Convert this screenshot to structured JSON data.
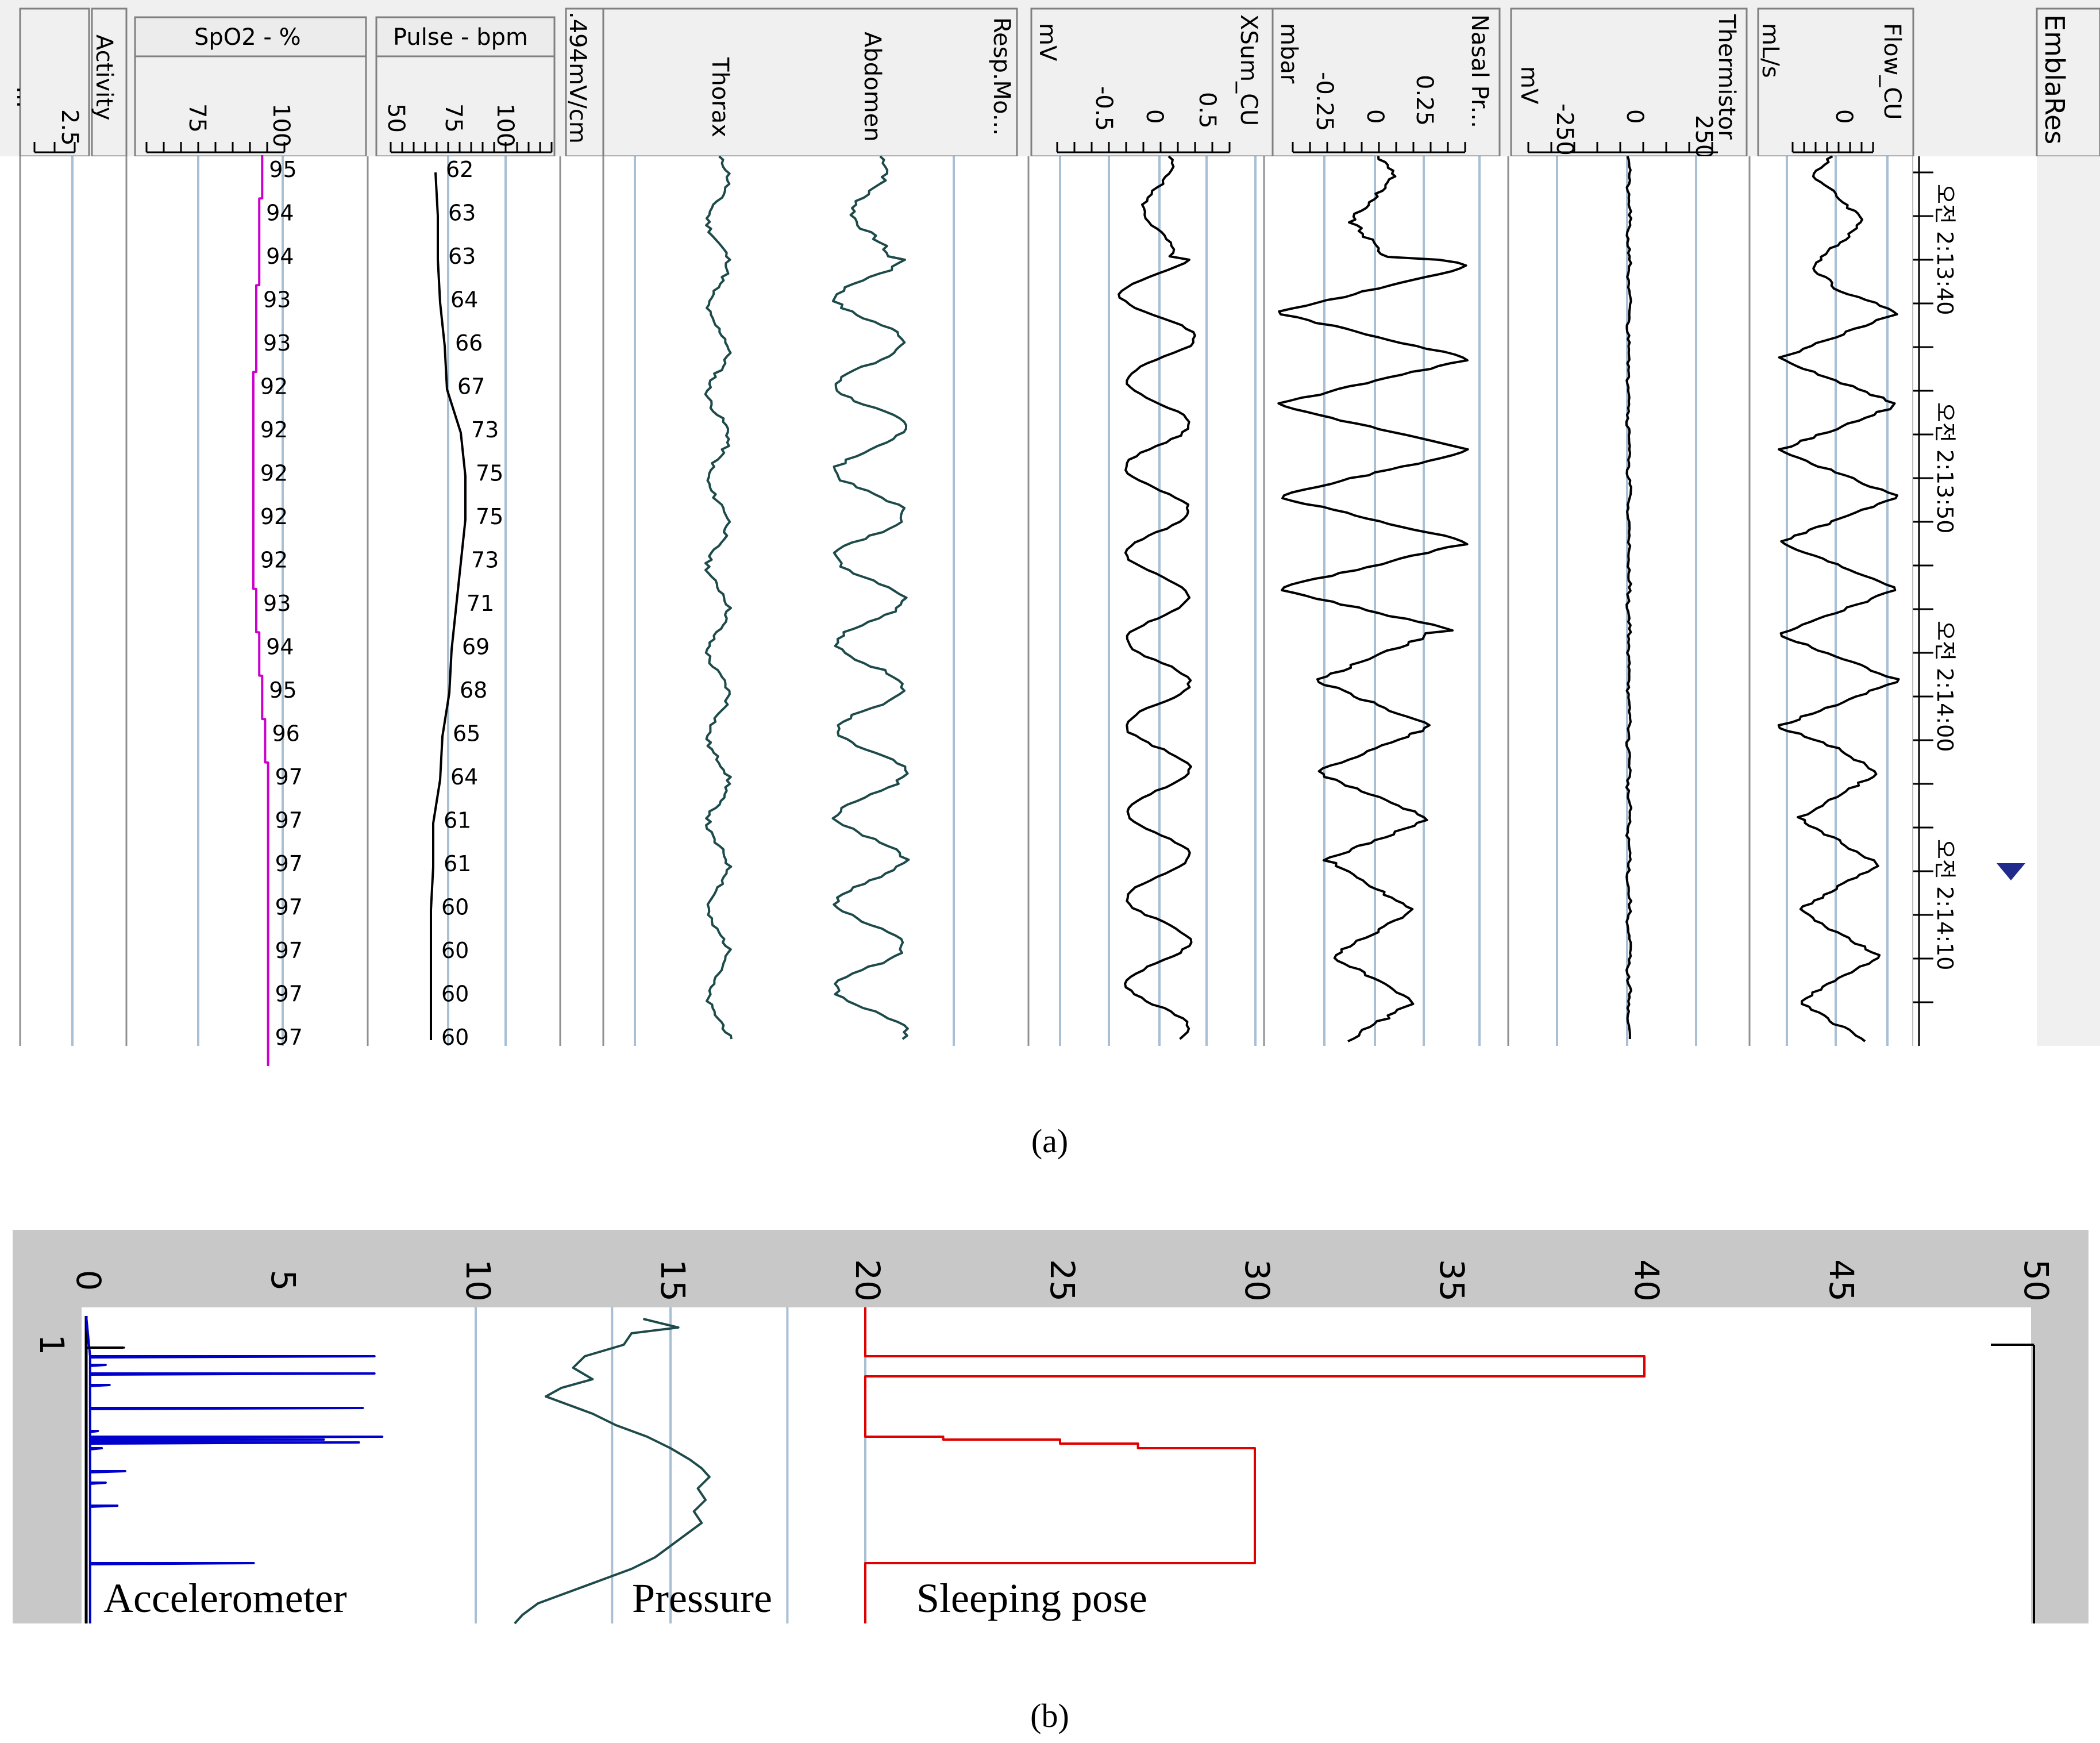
{
  "panel_a": {
    "caption": "(a)",
    "channels": [
      {
        "id": "left_clip",
        "label": "...",
        "ticks": []
      },
      {
        "id": "activity",
        "label": "Activity",
        "ticks": [
          "2.5"
        ]
      },
      {
        "id": "spo2",
        "label": "SpO2 - %",
        "ticks": [
          "75",
          "100"
        ]
      },
      {
        "id": "pulse",
        "label": "Pulse - bpm",
        "ticks": [
          "50",
          "75",
          "100"
        ]
      },
      {
        "id": "resp_eff",
        "label": ".494mV/cm",
        "ticks": []
      },
      {
        "id": "thorax",
        "label": "Thorax",
        "ticks": []
      },
      {
        "id": "abdomen",
        "label": "Abdomen",
        "ticks": []
      },
      {
        "id": "resp_mo",
        "label": "Resp.Mo...",
        "ticks": []
      },
      {
        "id": "xsum",
        "label": "XSum_CU",
        "unit": "mV",
        "ticks": [
          "-0.5",
          "0",
          "0.5"
        ]
      },
      {
        "id": "nasal",
        "label": "Nasal Pr...",
        "unit": "mbar",
        "ticks": [
          "-0.25",
          "0",
          "0.25"
        ]
      },
      {
        "id": "thermistor",
        "label": "Thermistor",
        "unit": "mV",
        "ticks": [
          "-250",
          "0",
          "250"
        ]
      },
      {
        "id": "flow",
        "label": "Flow_CU",
        "unit": "mL/s",
        "ticks": [
          "0"
        ]
      },
      {
        "id": "embla",
        "label": "EmblaRes",
        "ticks": []
      }
    ],
    "times": [
      "오전 2:13:40",
      "오전 2:13:50",
      "오전 2:14:00",
      "오전 2:14:10"
    ],
    "spo2_values": [
      "95",
      "94",
      "94",
      "93",
      "93",
      "92",
      "92",
      "92",
      "92",
      "92",
      "93",
      "94",
      "95",
      "96",
      "97",
      "97",
      "97",
      "97",
      "97",
      "97",
      "97"
    ],
    "pulse_values": [
      "62",
      "63",
      "63",
      "64",
      "66",
      "67",
      "73",
      "75",
      "75",
      "73",
      "71",
      "69",
      "68",
      "65",
      "64",
      "61",
      "61",
      "60",
      "60",
      "60",
      "60"
    ]
  },
  "panel_b": {
    "caption": "(b)",
    "axis_ticks": [
      "0",
      "5",
      "10",
      "15",
      "20",
      "25",
      "30",
      "35",
      "40",
      "45",
      "50"
    ],
    "row_label": "1",
    "labels": {
      "accelerometer": "Accelerometer",
      "pressure": "Pressure",
      "sleeping_pose": "Sleeping pose"
    },
    "colors": {
      "accelerometer": "#0000cc",
      "pressure": "#1d4a4a",
      "sleeping_pose": "#e00000",
      "grid": "#a8bfd4",
      "axis_bg": "#c8c8c8"
    }
  }
}
